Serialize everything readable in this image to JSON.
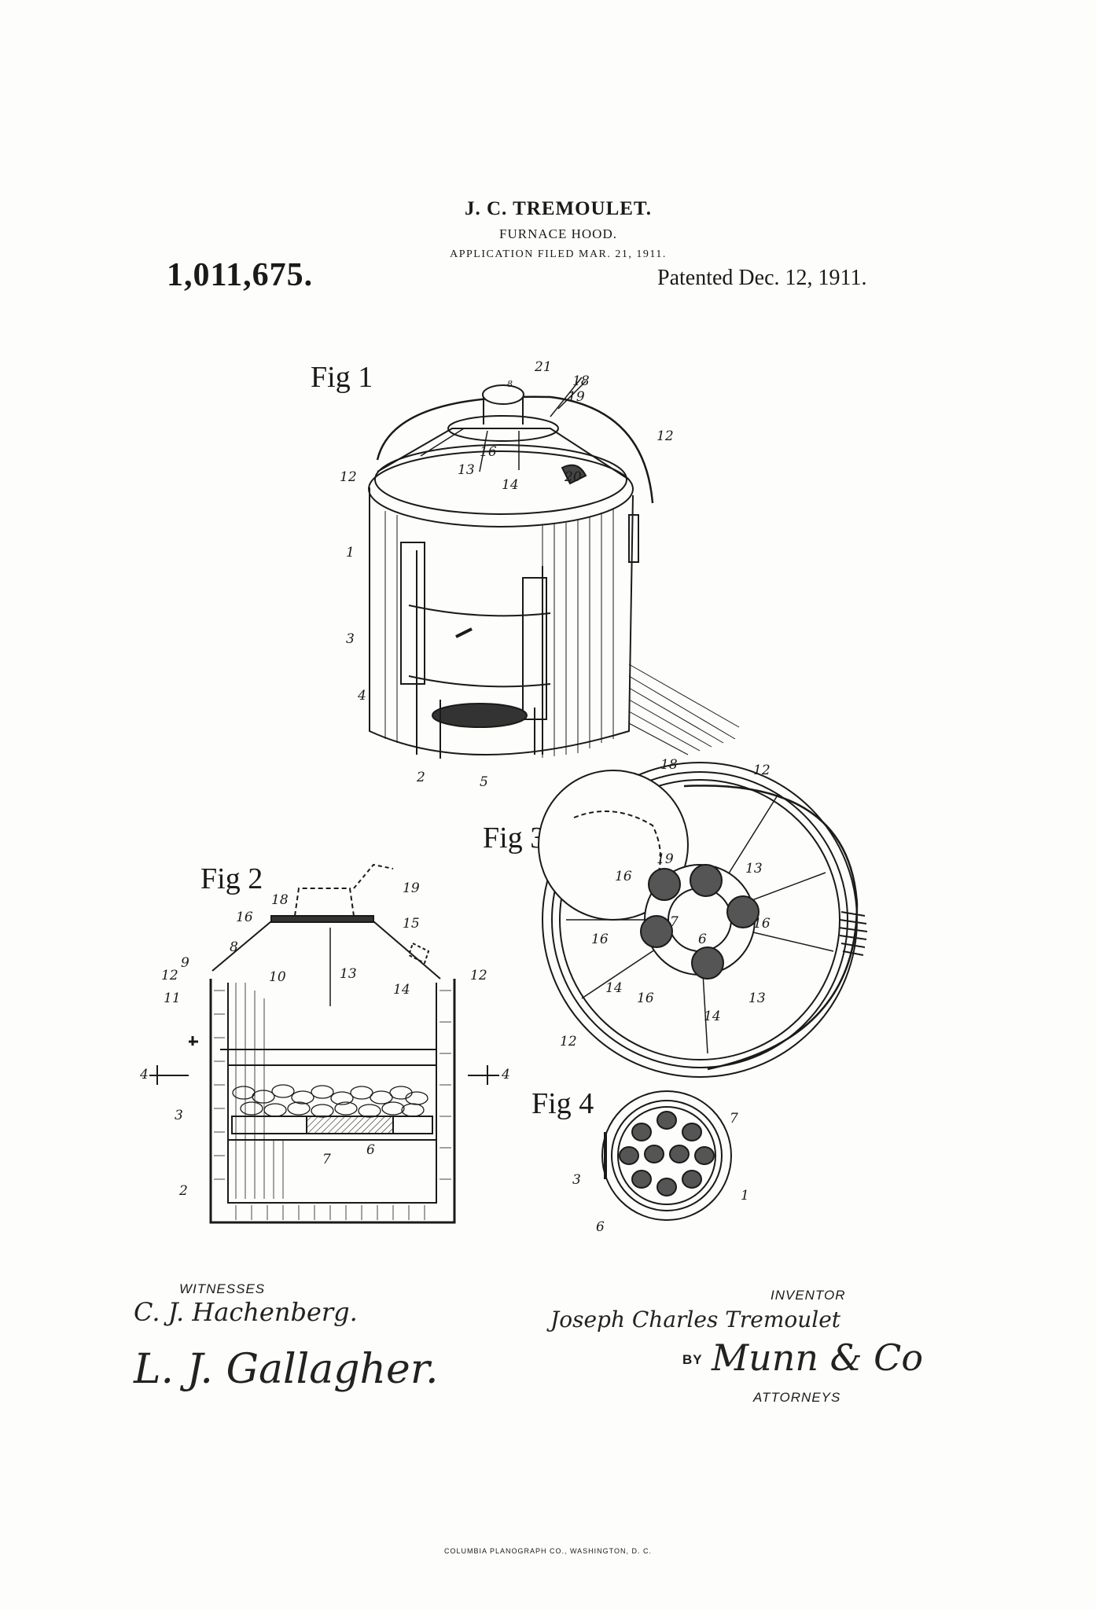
{
  "header": {
    "inventor": "J. C. TREMOULET.",
    "title": "FURNACE HOOD.",
    "filed": "APPLICATION FILED MAR. 21, 1911.",
    "patent_number": "1,011,675.",
    "patented": "Patented Dec. 12, 1911."
  },
  "figures": {
    "fig1": {
      "label": "Fig 1",
      "refs": [
        "21",
        "8",
        "18",
        "19",
        "16",
        "12",
        "13",
        "14",
        "20",
        "12",
        "1",
        "3",
        "4",
        "2",
        "5"
      ]
    },
    "fig2": {
      "label": "Fig 2",
      "refs": [
        "18",
        "19",
        "16",
        "15",
        "8",
        "9",
        "12",
        "10",
        "13",
        "14",
        "12",
        "11",
        "4",
        "4",
        "3",
        "6",
        "7",
        "2"
      ]
    },
    "fig3": {
      "label": "Fig 3",
      "refs": [
        "18",
        "12",
        "19",
        "16",
        "7",
        "13",
        "16",
        "16",
        "6",
        "14",
        "16",
        "13",
        "12",
        "14"
      ]
    },
    "fig4": {
      "label": "Fig 4",
      "refs": [
        "7",
        "3",
        "1",
        "6"
      ]
    }
  },
  "footer": {
    "witnesses_caption": "WITNESSES",
    "witness_1": "C. J. Hachenberg.",
    "witness_2": "L. J. Gallagher.",
    "inventor_caption": "INVENTOR",
    "inventor_signature": "Joseph Charles Tremoulet",
    "by": "BY",
    "attorney_signature": "Munn & Co",
    "attorneys_caption": "ATTORNEYS",
    "imprint": "COLUMBIA PLANOGRAPH CO., WASHINGTON, D. C."
  }
}
